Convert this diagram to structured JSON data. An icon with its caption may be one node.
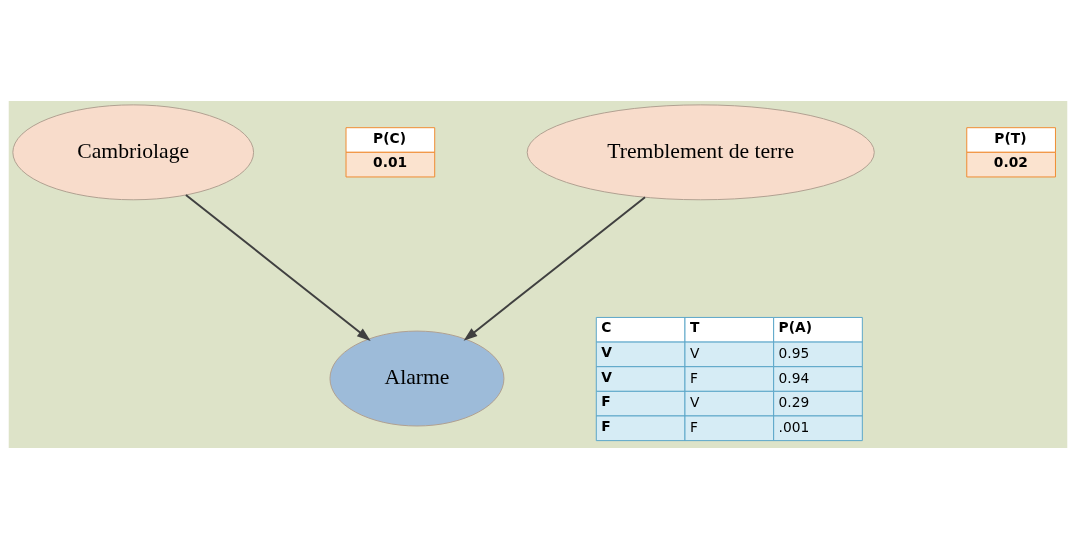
{
  "diagram": {
    "nodes": [
      {
        "text": [
          "Cambriolage"
        ]
      },
      {
        "text": [
          "Tremblement de terre"
        ]
      },
      {
        "text": [
          "Alarme"
        ]
      }
    ],
    "edges": [
      {
        "from": 0,
        "to": 2,
        "arrow": "to"
      },
      {
        "from": 1,
        "to": 2,
        "arrow": "to"
      }
    ],
    "labels": [
      "P(C)",
      "0.01",
      "P(T)",
      "0.02",
      "C",
      "T",
      "P(A)",
      "V",
      "V",
      "0.95",
      "V",
      "F",
      "0.94",
      "F",
      "V",
      "0.29",
      "F",
      "F",
      ".001"
    ]
  }
}
